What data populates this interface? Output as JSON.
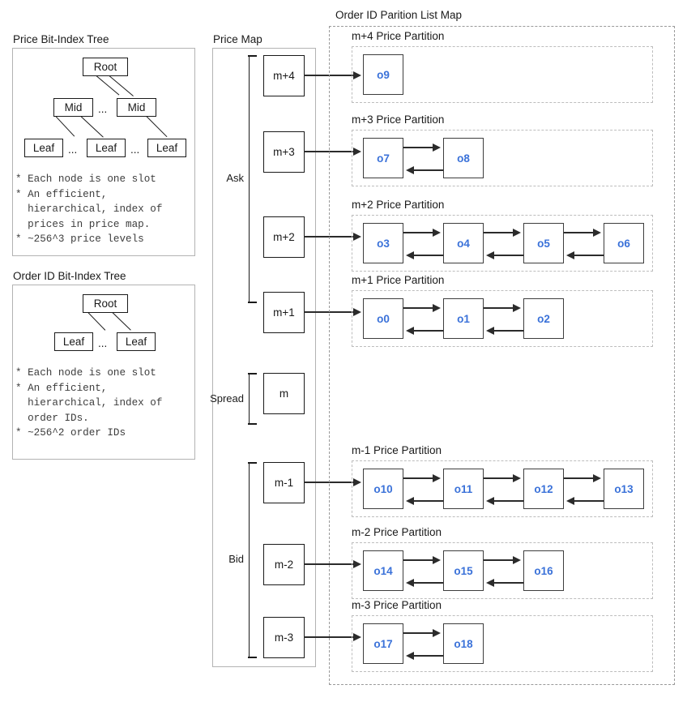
{
  "sections": {
    "price_bit_index_tree": {
      "title": "Price Bit-Index Tree",
      "nodes": {
        "root": "Root",
        "mid_left": "Mid",
        "mid_right": "Mid",
        "leaf_1": "Leaf",
        "leaf_2": "Leaf",
        "leaf_3": "Leaf"
      },
      "ellipses": {
        "mid_gap": "...",
        "leaf_gap_1": "...",
        "leaf_gap_2": "..."
      },
      "notes": "* Each node is one slot\n* An efficient,\n  hierarchical, index of\n  prices in price map.\n* ~256^3 price levels"
    },
    "order_id_bit_index_tree": {
      "title": "Order ID Bit-Index Tree",
      "nodes": {
        "root": "Root",
        "leaf_1": "Leaf",
        "leaf_2": "Leaf"
      },
      "ellipses": {
        "leaf_gap": "..."
      },
      "notes": "* Each node is one slot\n* An efficient,\n  hierarchical, index of\n  order IDs.\n* ~256^2 order IDs"
    },
    "price_map": {
      "title": "Price Map",
      "brackets": [
        {
          "label": "Ask"
        },
        {
          "label": "Spread"
        },
        {
          "label": "Bid"
        }
      ],
      "levels": [
        {
          "label": "m+4",
          "side": "ask"
        },
        {
          "label": "m+3",
          "side": "ask"
        },
        {
          "label": "m+2",
          "side": "ask"
        },
        {
          "label": "m+1",
          "side": "ask"
        },
        {
          "label": "m",
          "side": "spread"
        },
        {
          "label": "m-1",
          "side": "bid"
        },
        {
          "label": "m-2",
          "side": "bid"
        },
        {
          "label": "m-3",
          "side": "bid"
        }
      ]
    },
    "order_id_partition_list_map": {
      "title": "Order ID Parition List Map",
      "partitions": [
        {
          "label": "m+4 Price Partition",
          "orders": [
            "o9"
          ]
        },
        {
          "label": "m+3 Price Partition",
          "orders": [
            "o7",
            "o8"
          ]
        },
        {
          "label": "m+2 Price Partition",
          "orders": [
            "o3",
            "o4",
            "o5",
            "o6"
          ]
        },
        {
          "label": "m+1 Price Partition",
          "orders": [
            "o0",
            "o1",
            "o2"
          ]
        },
        {
          "label": "m-1 Price Partition",
          "orders": [
            "o10",
            "o11",
            "o12",
            "o13"
          ]
        },
        {
          "label": "m-2 Price Partition",
          "orders": [
            "o14",
            "o15",
            "o16"
          ]
        },
        {
          "label": "m-3 Price Partition",
          "orders": [
            "o17",
            "o18"
          ]
        }
      ]
    }
  },
  "colors": {
    "order_label": "#3b72d9",
    "node_border": "#1a1a1a",
    "panel_border": "#b3b3b3",
    "dashed_outer": "#9a9a9a",
    "dashed_partition": "#bdbdbd",
    "connector": "#2b2b2b"
  }
}
